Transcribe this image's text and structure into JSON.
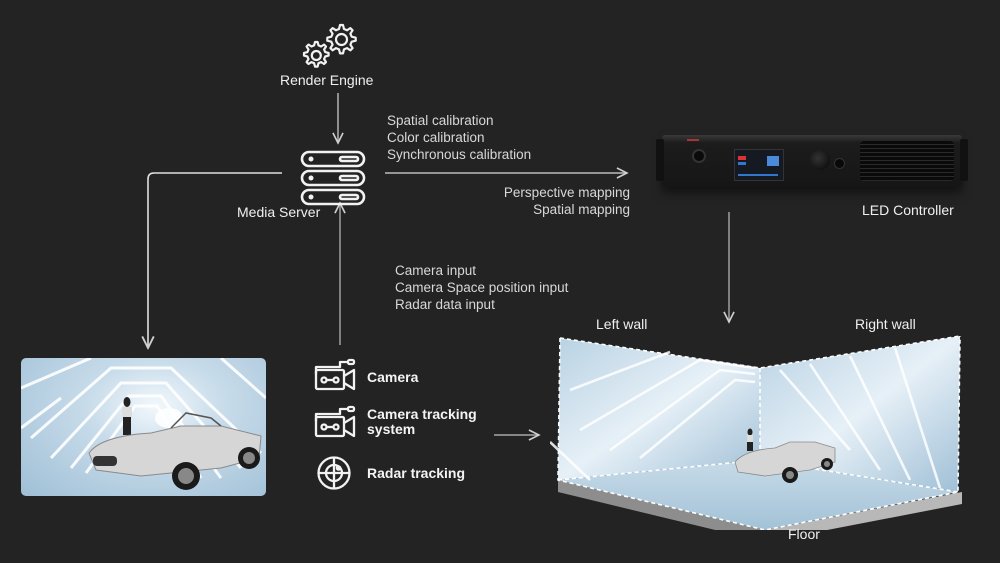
{
  "nodes": {
    "render_engine": {
      "label": "Render Engine",
      "icon": "gears-icon"
    },
    "media_server": {
      "label": "Media Server",
      "icon": "server-icon"
    },
    "led_controller": {
      "label": "LED Controller",
      "icon": "led-controller-device"
    }
  },
  "server_to_controller": {
    "above": [
      "Spatial calibration",
      "Color calibration",
      "Synchronous calibration"
    ],
    "below": [
      "Perspective mapping",
      "Spatial mapping"
    ]
  },
  "inputs_to_server": [
    "Camera input",
    "Camera Space position input",
    "Radar data input"
  ],
  "sources": [
    {
      "label": "Camera",
      "icon": "video-camera-icon"
    },
    {
      "label": "Camera tracking system",
      "icon": "video-camera-icon"
    },
    {
      "label": "Radar tracking",
      "icon": "radar-icon"
    }
  ],
  "led_stage": {
    "left_wall": "Left wall",
    "right_wall": "Right wall",
    "floor": "Floor"
  },
  "colors": {
    "background": "#232323",
    "line": "#cfcfcf",
    "screen_blue": "#a9c7dc"
  }
}
